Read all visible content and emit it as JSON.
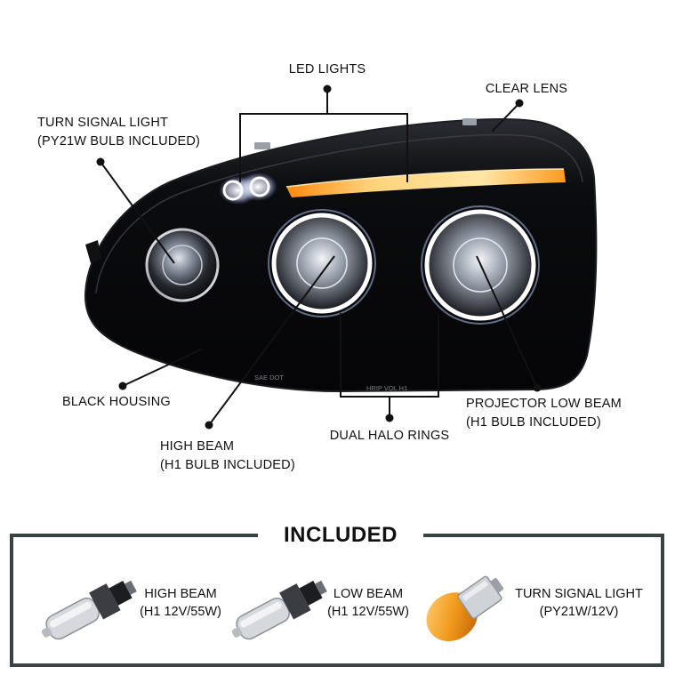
{
  "callouts": {
    "led_lights": "LED LIGHTS",
    "clear_lens": "CLEAR LENS",
    "turn_signal_line1": "TURN SIGNAL LIGHT",
    "turn_signal_line2": "(PY21W BULB INCLUDED)",
    "black_housing": "BLACK HOUSING",
    "high_beam_line1": "HIGH BEAM",
    "high_beam_line2": "(H1 BULB INCLUDED)",
    "dual_halo_rings": "DUAL HALO RINGS",
    "projector_low_beam_line1": "PROJECTOR LOW BEAM",
    "projector_low_beam_line2": "(H1 BULB INCLUDED)"
  },
  "lens_markings": [
    "SAE DOT",
    "HRIP VOL H1"
  ],
  "included": {
    "title": "INCLUDED",
    "items": [
      {
        "name": "HIGH BEAM",
        "spec": "(H1 12V/55W)",
        "bulb_color": "#c9ccd0"
      },
      {
        "name": "LOW BEAM",
        "spec": "(H1 12V/55W)",
        "bulb_color": "#c9ccd0"
      },
      {
        "name": "TURN SIGNAL LIGHT",
        "spec": "(PY21W/12V)",
        "bulb_color": "#f29a1e"
      }
    ]
  },
  "colors": {
    "housing": "#0b0c0f",
    "led_amber": "#ffb43a",
    "halo": "#ffffff",
    "frame": "#3a4244"
  }
}
